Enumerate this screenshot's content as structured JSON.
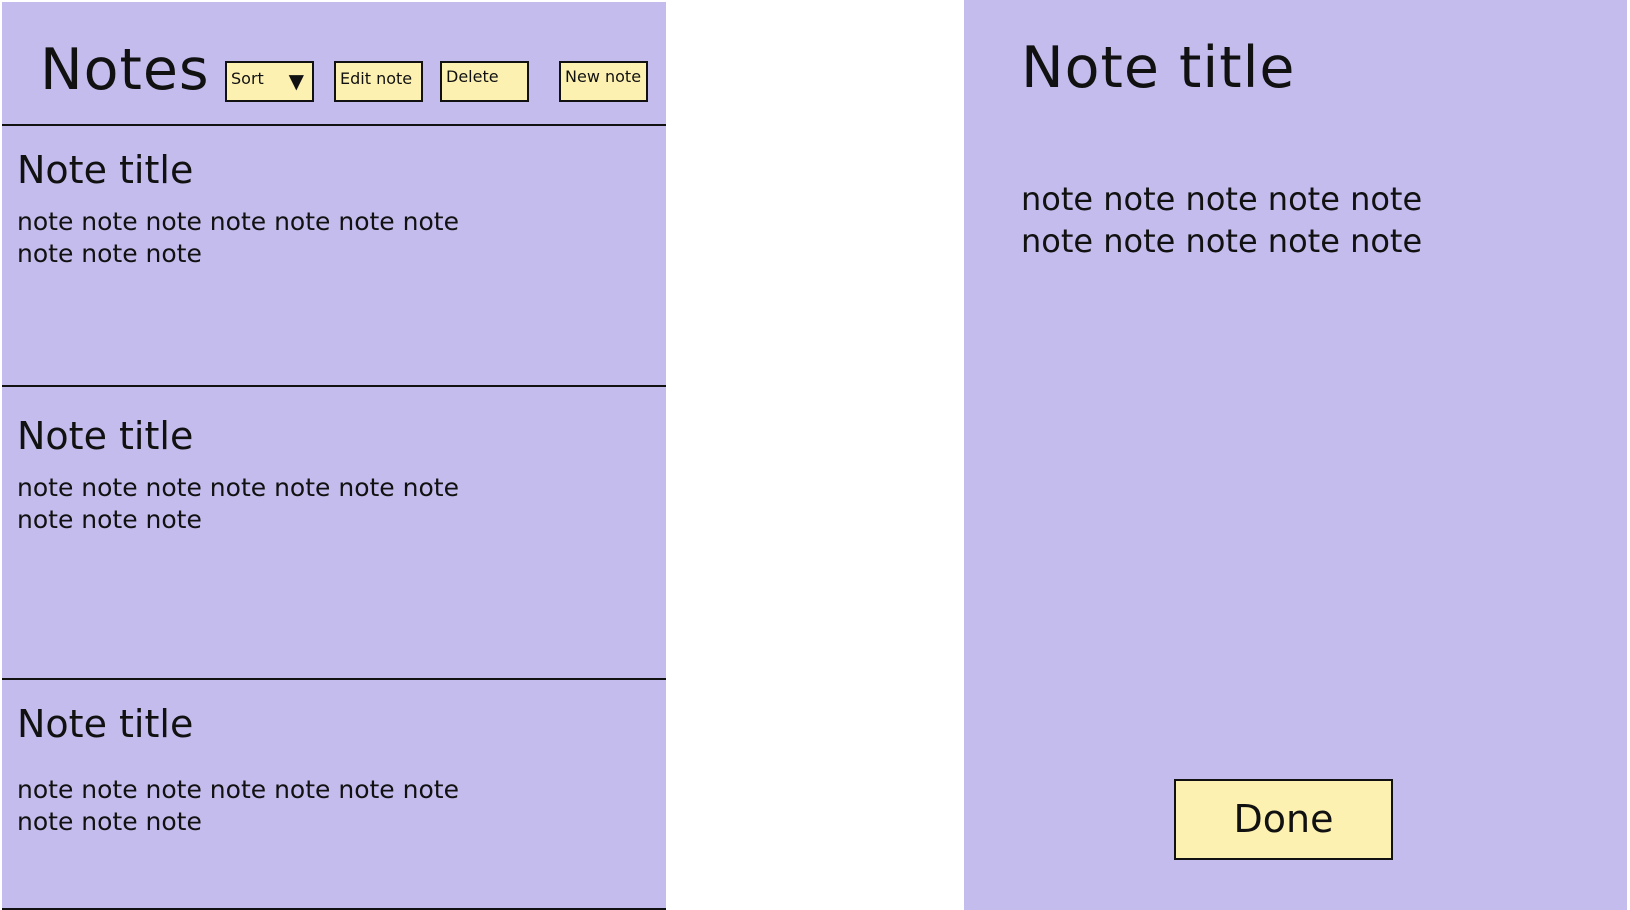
{
  "list_panel": {
    "title": "Notes",
    "toolbar": {
      "sort_label": "Sort",
      "sort_arrow": "▼",
      "edit_label": "Edit note",
      "delete_label": "Delete",
      "new_label": "New note"
    },
    "notes": [
      {
        "title": "Note title",
        "text": "note note note note note note note note note note"
      },
      {
        "title": "Note title",
        "text": "note note note note note note note note note note"
      },
      {
        "title": "Note title",
        "text": "note note note note note note note note note note"
      }
    ]
  },
  "detail_panel": {
    "title": "Note title",
    "body": "note note note note note note note note note note",
    "done_label": "Done"
  },
  "colors": {
    "panel_background": "#c3bced",
    "button_background": "#fcf1b1",
    "border": "#111111"
  },
  "icons": {
    "sort_dropdown": "chevron-down-icon"
  }
}
